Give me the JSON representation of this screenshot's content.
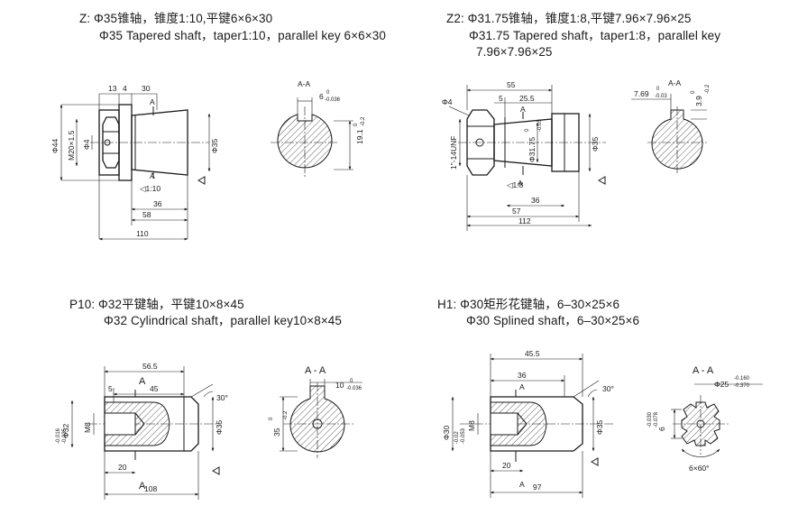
{
  "z": {
    "title_cn": "Z:  Φ35锥轴，锥度1:10,平键6×6×30",
    "title_en": "Φ35 Tapered shaft，taper1:10，parallel key 6×6×30",
    "dims": {
      "d13": "13",
      "d4": "4",
      "d30": "30",
      "d36": "36",
      "d58": "58",
      "d110": "110",
      "phi44": "Φ44",
      "m20": "M20×1.5",
      "phi4": "Φ4",
      "phi35": "Φ35",
      "taper": "◁1:10",
      "secA": "A"
    },
    "section": {
      "label": "A-A",
      "key_w": "6",
      "key_w_tol_up": "0",
      "key_w_tol_lo": "-0.036",
      "key_h": "19.1",
      "key_h_tol_up": "0",
      "key_h_tol_lo": "-0.2"
    }
  },
  "z2": {
    "title_cn": "Z2:  Φ31.75锥轴，锥度1:8,平键7.96×7.96×25",
    "title_en1": "Φ31.75 Tapered shaft，taper1:8，parallel key",
    "title_en2": "7.96×7.96×25",
    "dims": {
      "d55": "55",
      "d5": "5",
      "d25_5": "25.5",
      "d36": "36",
      "d57": "57",
      "d112": "112",
      "phi4": "Φ4",
      "unf": "1\"-14UNF",
      "phi31": "Φ31.75",
      "phi31_up": "0",
      "phi31_lo": "-0.05",
      "phi35": "Φ35",
      "taper": "◁1:8",
      "secA": "A"
    },
    "section": {
      "label": "A-A",
      "key_w": "7.69",
      "key_w_tol_up": "0",
      "key_w_tol_lo": "-0.03",
      "key_h": "3.9",
      "key_h_tol_up": "0",
      "key_h_tol_lo": "-0.2"
    }
  },
  "p10": {
    "title_cn": "P10:  Φ32平键轴，平键10×8×45",
    "title_en": "Φ32 Cylindrical shaft，parallel key10×8×45",
    "dims": {
      "d56_5": "56.5",
      "d5": "5",
      "d45": "45",
      "d20": "20",
      "d108": "108",
      "phi32": "Φ32",
      "phi32_up": "-0.016",
      "phi32_lo": "-0.035",
      "m8": "M8",
      "phi35": "Φ35",
      "ang": "30°",
      "secA": "A"
    },
    "section": {
      "label": "A - A",
      "key_w": "10",
      "key_w_tol_up": "0",
      "key_w_tol_lo": "-0.036",
      "key_h": "35",
      "key_h_tol_up": "0",
      "key_h_tol_lo": "-0.2"
    }
  },
  "h1": {
    "title_cn": "H1:  Φ30矩形花键轴，6–30×25×6",
    "title_en": "Φ30 Splined shaft，6–30×25×6",
    "dims": {
      "d45_5": "45.5",
      "d36": "36",
      "d20": "20",
      "d97": "97",
      "phi30": "Φ30",
      "phi30_up": "-0.02",
      "phi30_lo": "-0.053",
      "m8": "M8",
      "phi35": "Φ35",
      "ang": "30°",
      "secA": "A"
    },
    "section": {
      "label": "A - A",
      "dia": "Φ25",
      "dia_up": "-0.160",
      "dia_lo": "-0.370",
      "w": "6",
      "w_up": "-0.030",
      "w_lo": "-0.078",
      "n": "6×60°"
    }
  }
}
